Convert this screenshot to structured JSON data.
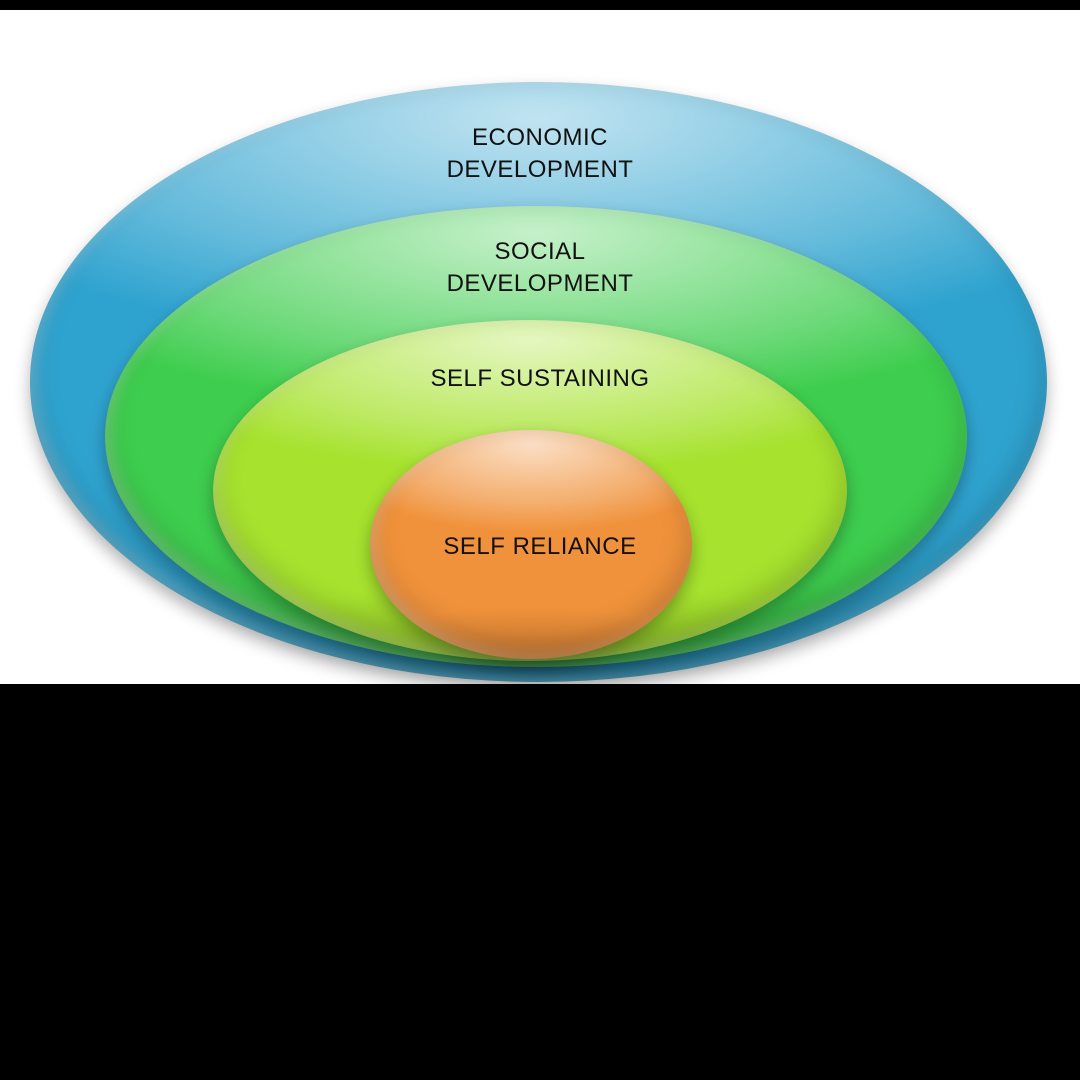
{
  "diagram": {
    "type": "nested-ellipse-stacked-venn",
    "title": "",
    "layers": [
      {
        "id": "economic-development",
        "label": "ECONOMIC\nDEVELOPMENT",
        "color": "#2FA3CF"
      },
      {
        "id": "social-development",
        "label": "SOCIAL\nDEVELOPMENT",
        "color": "#3ECD4E"
      },
      {
        "id": "self-sustaining",
        "label": "SELF SUSTAINING",
        "color": "#A6E22E"
      },
      {
        "id": "self-reliance",
        "label": "SELF RELIANCE",
        "color": "#F0923B"
      }
    ],
    "text_color": "#111111",
    "page_background": "#000000",
    "diagram_background": "#FFFFFF"
  }
}
